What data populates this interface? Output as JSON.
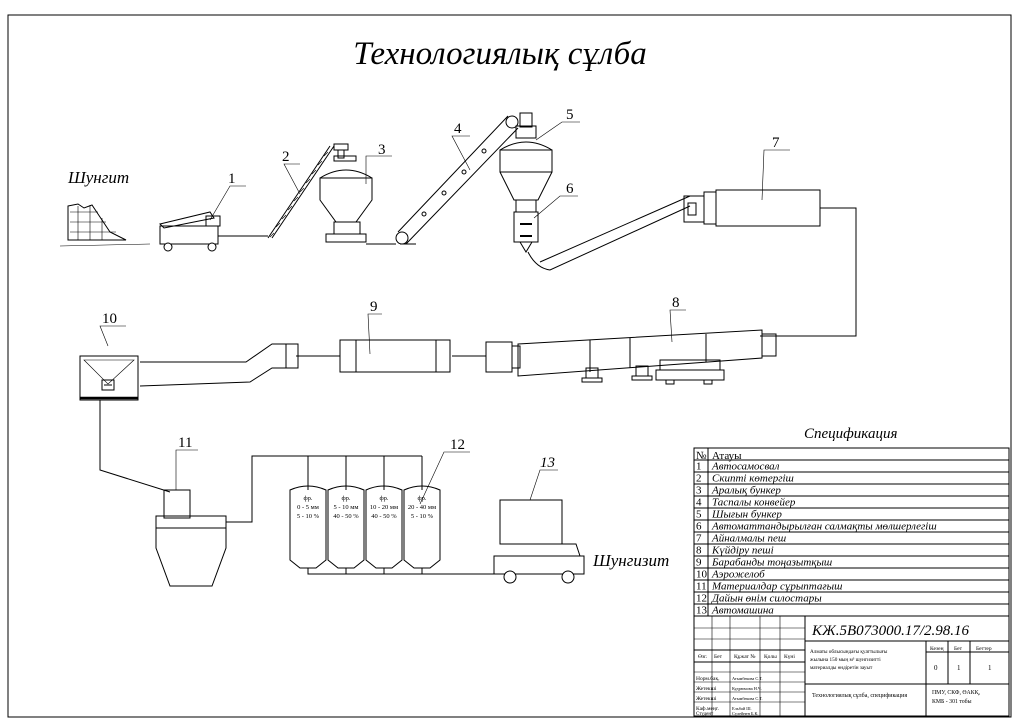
{
  "title": "Технологиялық сұлба",
  "labels": {
    "raw_material": "Шунгит",
    "product": "Шунгизит"
  },
  "callouts": [
    "1",
    "2",
    "3",
    "4",
    "5",
    "6",
    "7",
    "8",
    "9",
    "10",
    "11",
    "12",
    "13"
  ],
  "silos": [
    {
      "name": "фр.",
      "range": "0 - 5 мм",
      "pct": "5 - 10 %"
    },
    {
      "name": "фр.",
      "range": "5 - 10 мм",
      "pct": "40 - 50 %"
    },
    {
      "name": "фр.",
      "range": "10 - 20 мм",
      "pct": "40 - 50 %"
    },
    {
      "name": "фр.",
      "range": "20 - 40 мм",
      "pct": "5 - 10 %"
    }
  ],
  "specification": {
    "title": "Спецификация",
    "header": {
      "num": "№",
      "name": "Атауы"
    },
    "rows": [
      {
        "num": "1",
        "name": "Автосамосвал"
      },
      {
        "num": "2",
        "name": "Скипті көтергіш"
      },
      {
        "num": "3",
        "name": "Аралық бункер"
      },
      {
        "num": "4",
        "name": "Таспалы конвейер"
      },
      {
        "num": "5",
        "name": "Шығын бункер"
      },
      {
        "num": "6",
        "name": "Автоматтандырылған салмақты мөлшерлегіш"
      },
      {
        "num": "7",
        "name": "Айналмалы пеш"
      },
      {
        "num": "8",
        "name": "Күйдіру пеші"
      },
      {
        "num": "9",
        "name": "Барабанды тоңазытқыш"
      },
      {
        "num": "10",
        "name": "Аэрожелоб"
      },
      {
        "num": "11",
        "name": "Материалдар сұрыптағыш"
      },
      {
        "num": "12",
        "name": "Дайын өнім силостары"
      },
      {
        "num": "13",
        "name": "Автомашина"
      }
    ]
  },
  "stamp": {
    "code": "КЖ.5В073000.17/2.98.16",
    "description": "Алматы облысындағы қуаттылығы жылына 150 мың м³ шунгизитті материалды өндіретін зауыт",
    "sheet_title": "Технологиялық сұлба, спецификация",
    "org": "ПМУ, СКФ, ӨАКҚ, КМБ - 301 тобы",
    "col_headers": [
      "Өзг.",
      "Бет",
      "Құжат №",
      "Қолы",
      "Күні"
    ],
    "stage_headers": [
      "Кезең",
      "Бет",
      "Беттер"
    ],
    "stage_values": [
      "0",
      "1",
      "1"
    ],
    "roles": [
      {
        "role": "Норм.бақ.",
        "name": "Атымбекова С.Т."
      },
      {
        "role": "Жетекші",
        "name": "Кудрюмова Н.Ч."
      },
      {
        "role": "Жетекші",
        "name": "Атымбекова С.Т."
      },
      {
        "role": "Каф.меңг.",
        "name": "Ельбай Ш."
      },
      {
        "role": "Студент",
        "name": "Сүлейнен Б.К."
      }
    ]
  }
}
